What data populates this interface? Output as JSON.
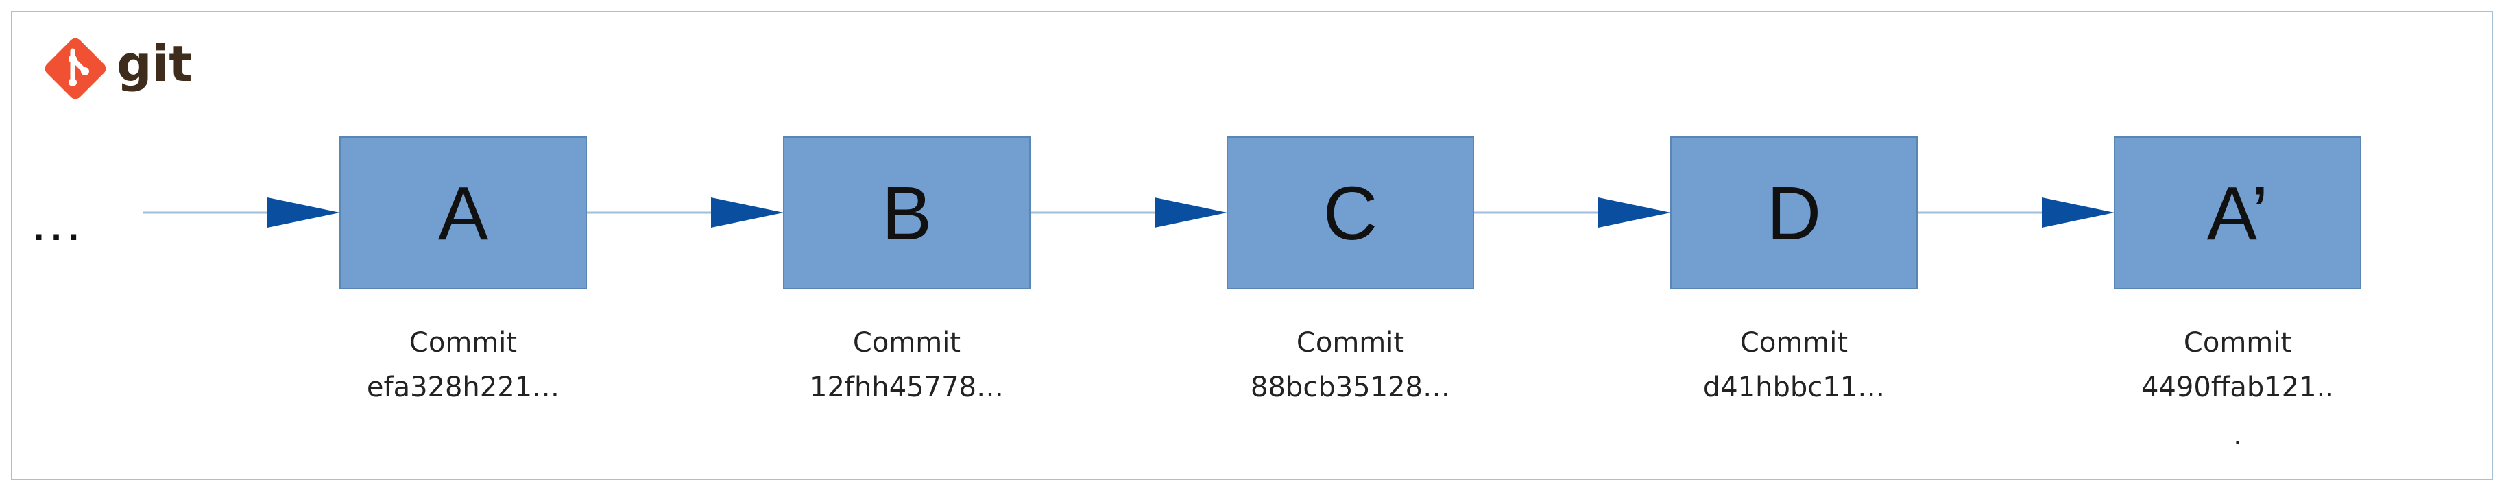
{
  "logo": {
    "text": "git",
    "icon": "git-logo-icon",
    "icon_color": "#f05133",
    "text_color": "#3e2c1c"
  },
  "leading_ellipsis": "…",
  "colors": {
    "box_fill": "#729fcf",
    "box_border": "#5a86b6",
    "line": "#9fbfdb",
    "arrowhead": "#0a4f9f",
    "frame_border": "#a9bfd3"
  },
  "commits": [
    {
      "label": "A",
      "caption": "Commit",
      "hash": "efa328h221…"
    },
    {
      "label": "B",
      "caption": "Commit",
      "hash": "12fhh45778…"
    },
    {
      "label": "C",
      "caption": "Commit",
      "hash": "88bcb35128…"
    },
    {
      "label": "D",
      "caption": "Commit",
      "hash": "d41hbbc11…"
    },
    {
      "label": "A’",
      "caption": "Commit",
      "hash": "4490ffab121..",
      "hash_extra": "."
    }
  ]
}
